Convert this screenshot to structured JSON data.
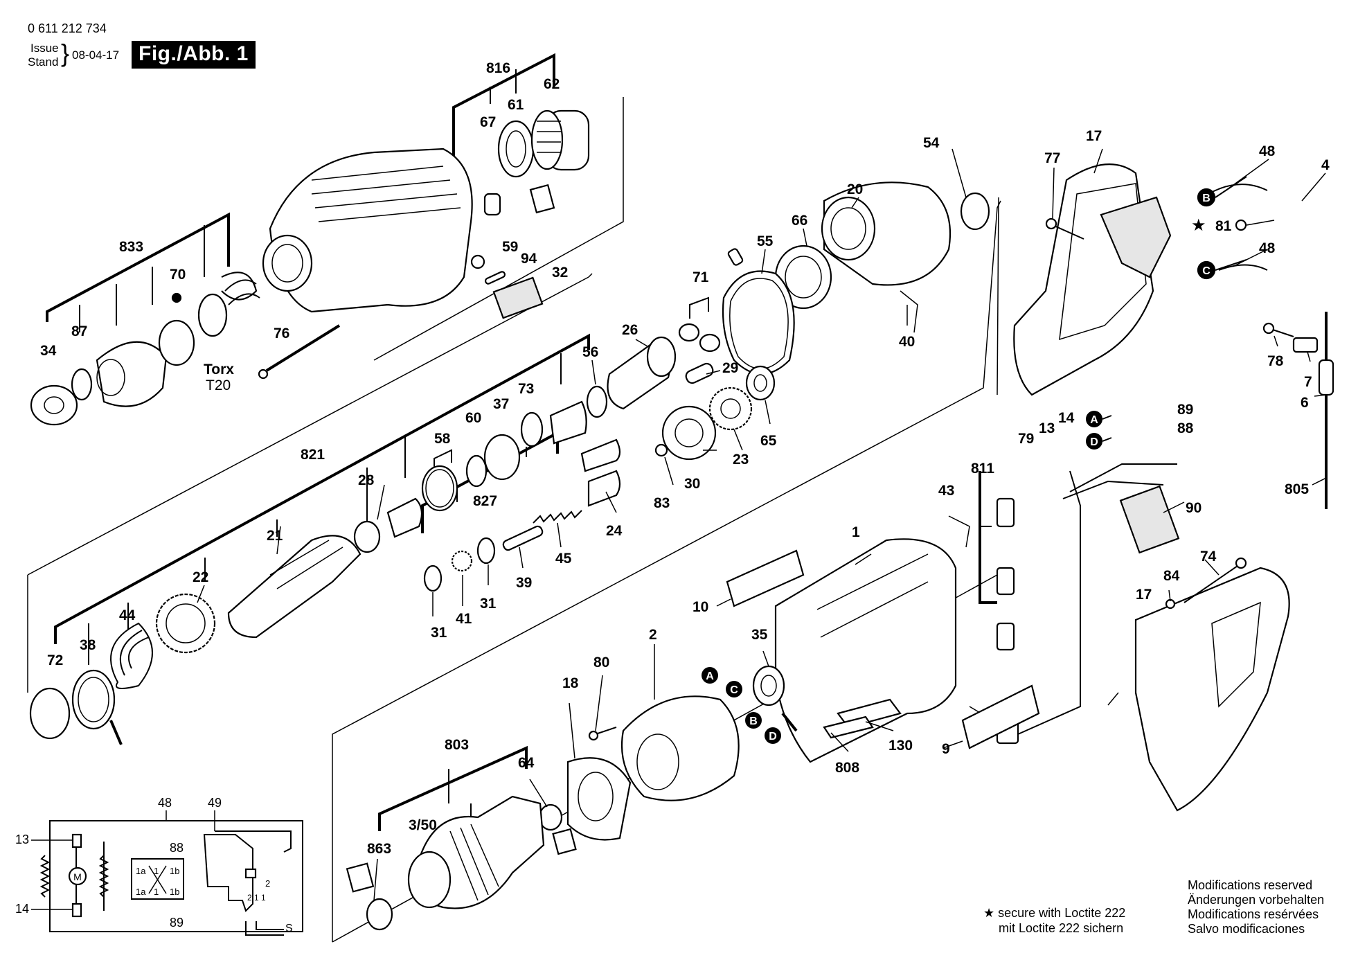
{
  "header": {
    "part_number": "0 611 212 734",
    "issue_label": "Issue",
    "stand_label": "Stand",
    "date": "08-04-17",
    "figure": "Fig./Abb. 1"
  },
  "labels": {
    "p816": "816",
    "p62": "62",
    "p67": "67",
    "p61": "61",
    "p833": "833",
    "p70": "70",
    "p59": "59",
    "p94": "94",
    "p32": "32",
    "p34": "34",
    "p87": "87",
    "p76": "76",
    "torx": "Torx",
    "t20": "T20",
    "p54": "54",
    "p20": "20",
    "p66": "66",
    "p55": "55",
    "p71": "71",
    "p40": "40",
    "p26": "26",
    "p56": "56",
    "p29": "29",
    "p65": "65",
    "p23": "23",
    "p17a": "17",
    "p77": "77",
    "p48a": "48",
    "p4": "4",
    "p81": "81",
    "p48b": "48",
    "p78": "78",
    "p7": "7",
    "p6": "6",
    "p805": "805",
    "p821": "821",
    "p28": "28",
    "p58": "58",
    "p60": "60",
    "p37": "37",
    "p73": "73",
    "p827": "827",
    "p30": "30",
    "p83": "83",
    "p24": "24",
    "p45": "45",
    "p21": "21",
    "p22": "22",
    "p44": "44",
    "p38": "38",
    "p72": "72",
    "p31a": "31",
    "p41": "41",
    "p31b": "31",
    "p39": "39",
    "p89": "89",
    "p88": "88",
    "p14": "14",
    "p13": "13",
    "p79": "79",
    "p811": "811",
    "p43": "43",
    "p90": "90",
    "p1": "1",
    "p10": "10",
    "p74": "74",
    "p84": "84",
    "p17b": "17",
    "p35": "35",
    "p2": "2",
    "p80": "80",
    "p18": "18",
    "p130": "130",
    "p808": "808",
    "p9": "9",
    "p803": "803",
    "p64": "64",
    "p350": "3/50",
    "p863": "863"
  },
  "markers": {
    "A": "A",
    "B": "B",
    "C": "C",
    "D": "D"
  },
  "wiring": {
    "w48": "48",
    "w49": "49",
    "w13": "13",
    "w14": "14",
    "w88": "88",
    "w89": "89",
    "motor": "M",
    "t1a": "1a",
    "t1b": "1b",
    "t1": "1",
    "t2": "2",
    "tB1": "1b",
    "sw_2": "2",
    "sw_21": "2 1 1",
    "s_mark": "S"
  },
  "notes": {
    "loctite_en": "secure with Loctite 222",
    "loctite_de": "mit Loctite 222 sichern",
    "mod_en": "Modifications reserved",
    "mod_de": "Änderungen vorbehalten",
    "mod_fr": "Modifications resérvées",
    "mod_es": "Salvo modificaciones"
  }
}
